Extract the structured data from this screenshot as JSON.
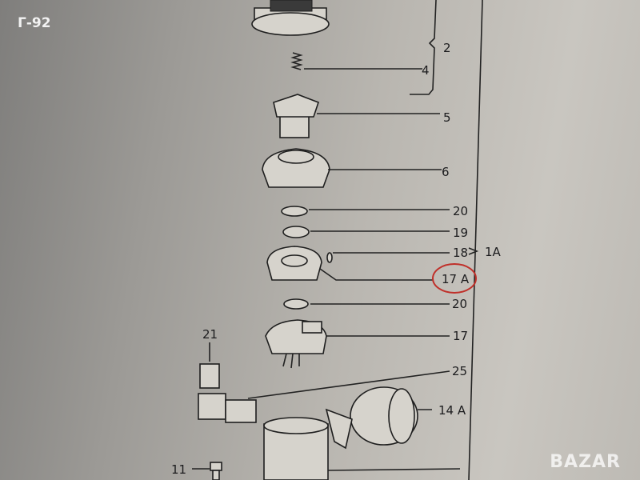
{
  "watermark_code": "Г-92",
  "watermark_site": "BAZAR",
  "highlight_color": "#c0302a",
  "callouts": {
    "c2": "2",
    "c4": "4",
    "c5": "5",
    "c6": "6",
    "c20a": "20",
    "c19": "19",
    "c18": "18",
    "c1A": "1A",
    "c17A": "17 A",
    "c20b": "20",
    "c17": "17",
    "c25": "25",
    "c21": "21",
    "c14A": "14 A",
    "c11": "11"
  }
}
